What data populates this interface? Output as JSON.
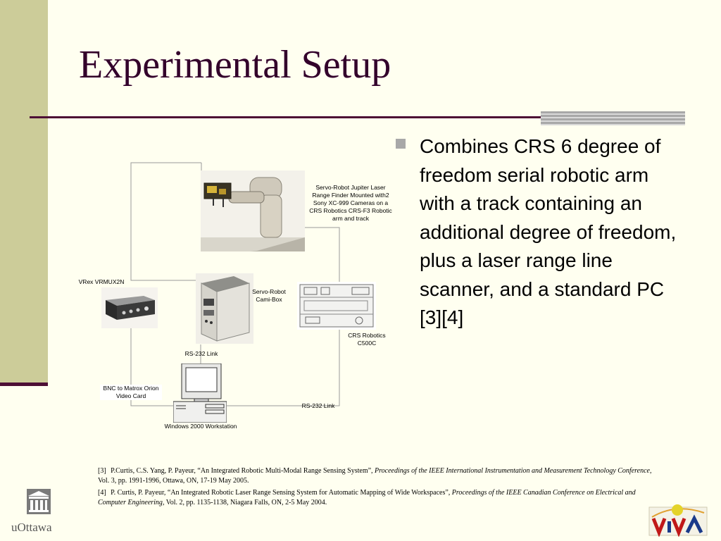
{
  "slide": {
    "title": "Experimental Setup",
    "bullet": "Combines CRS 6 degree of freedom serial robotic arm with a track containing an additional degree of freedom, plus a laser range line scanner, and a standard PC [3][4]"
  },
  "diagram": {
    "robot_label": "Servo-Robot Jupiter Laser Range Finder Mounted with2 Sony XC-999 Cameras on a CRS Robotics CRS-F3 Robotic arm and track",
    "vrex_label": "VRex VRMUX2N",
    "camibox_label": "Servo-Robot Cami-Box",
    "crs_label": "CRS Robotics C500C",
    "rs232_top": "RS-232 Link",
    "bnc_label": "BNC to Matrox Orion Video Card",
    "rs232_bottom": "RS-232 Link",
    "workstation_label": "Windows 2000 Workstation"
  },
  "references": [
    {
      "num": "[3]",
      "authors": "P.Curtis, C.S. Yang, P. Payeur, “An Integrated Robotic Multi-Modal Range Sensing System”,",
      "venue": "Proceedings of the IEEE International Instrumentation and Measurement Technology Conference",
      "details": ", Vol. 3, pp. 1991-1996, Ottawa, ON, 17-19 May 2005."
    },
    {
      "num": "[4]",
      "authors": "P. Curtis, P. Payeur, “An Integrated Robotic Laser Range Sensing System for Automatic Mapping of Wide Workspaces”,",
      "venue": "Proceedings of the IEEE Canadian Conference on Electrical and Computer Engineering",
      "details": ", Vol. 2, pp. 1135-1138, Niagara Falls, ON, 2-5 May 2004."
    }
  ],
  "logos": {
    "left": "uOttawa"
  },
  "colors": {
    "sidebar": "#cccc99",
    "accent": "#4d0f35",
    "title": "#33002b",
    "background": "#fffff0"
  }
}
